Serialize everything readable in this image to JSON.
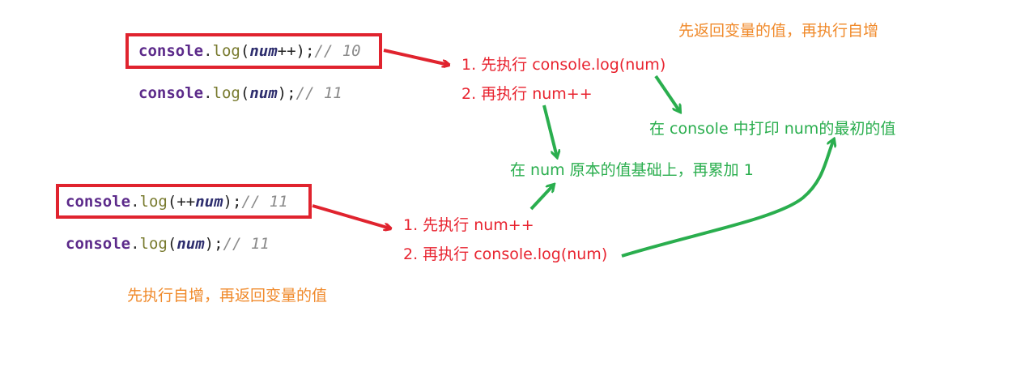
{
  "code": {
    "top_post": {
      "obj": "console",
      "dot": ".",
      "fn": "log",
      "open": "(",
      "var": "num",
      "op": "++",
      "close": ");",
      "comment": "// 10"
    },
    "top_log": {
      "obj": "console",
      "dot": ".",
      "fn": "log",
      "open": "(",
      "var": "num",
      "close": ");",
      "comment": "// 11"
    },
    "bottom_pre": {
      "obj": "console",
      "dot": ".",
      "fn": "log",
      "open": "(",
      "op": "++",
      "var": "num",
      "close": ");",
      "comment": "// 11"
    },
    "bottom_log": {
      "obj": "console",
      "dot": ".",
      "fn": "log",
      "open": "(",
      "var": "num",
      "close": ");",
      "comment": "// 11"
    }
  },
  "notes": {
    "post_title": "先返回变量的值，再执行自增",
    "post_step1": "1. 先执行 console.log(num)",
    "post_step2": "2. 再执行 num++",
    "green_print": "在 console 中打印 num的最初的值",
    "green_add": "在 num 原本的值基础上，再累加 1",
    "pre_step1": "1. 先执行 num++",
    "pre_step2": "2. 再执行 console.log(num)",
    "pre_title": "先执行自增，再返回变量的值"
  },
  "colors": {
    "box": "#e0232e",
    "red_text": "#e8232f",
    "green": "#2aae4e",
    "orange": "#f08a2b"
  }
}
